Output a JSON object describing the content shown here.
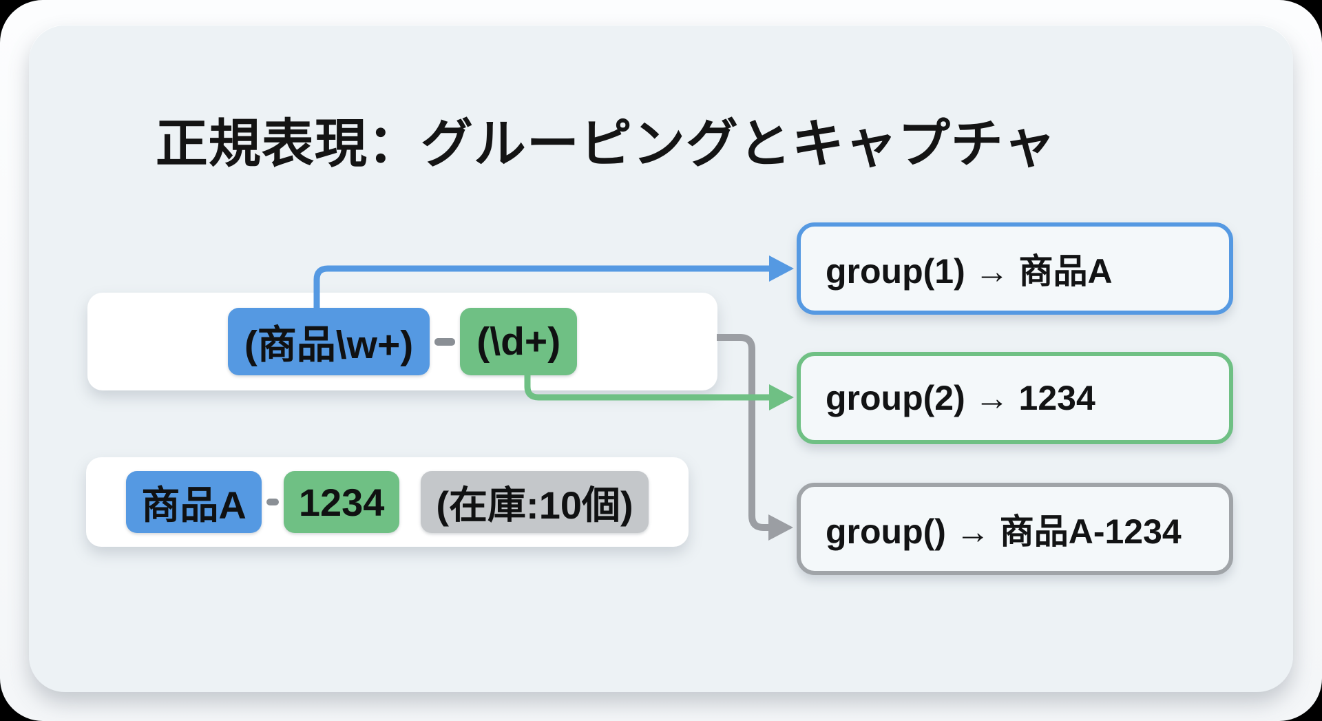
{
  "title": "正規表現：グルーピングとキャプチャ",
  "pattern_box": {
    "group1": "(商品\\w+)",
    "separator": "-",
    "group2": "(\\d+)"
  },
  "sample_box": {
    "match1": "商品A",
    "separator": "-",
    "match2": "1234",
    "rest": "(在庫:10個)"
  },
  "results": [
    {
      "text": "group(1) → 商品A",
      "color": "#5599e2"
    },
    {
      "text": "group(2) → 1234",
      "color": "#6fc084"
    },
    {
      "text": "group() → 商品A-1234",
      "color": "#a0a4a8"
    }
  ],
  "colors": {
    "group1_blue": "#5599e2",
    "group2_green": "#6fc084",
    "whole_match_gray": "#9b9ea3",
    "unmatched_chip_gray": "#c4c7ca",
    "separator_dash": "#8a8f95",
    "card_background": "#edf2f5"
  }
}
